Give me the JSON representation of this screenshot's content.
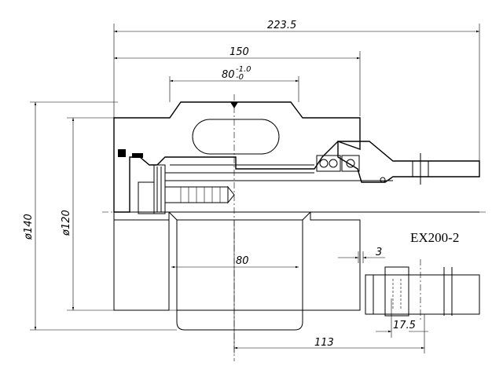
{
  "drawing": {
    "model": "EX200-2",
    "dimensions": {
      "overall_length": "223.5",
      "length_150": "150",
      "length_80_top_base": "80",
      "tolerance_upper": "-1.0",
      "tolerance_lower": "-0",
      "flange_width": "80",
      "dim_113": "113",
      "dim_3": "3",
      "dim_17_5": "17.5",
      "dia_140": "ø140",
      "dia_120": "ø120"
    }
  }
}
